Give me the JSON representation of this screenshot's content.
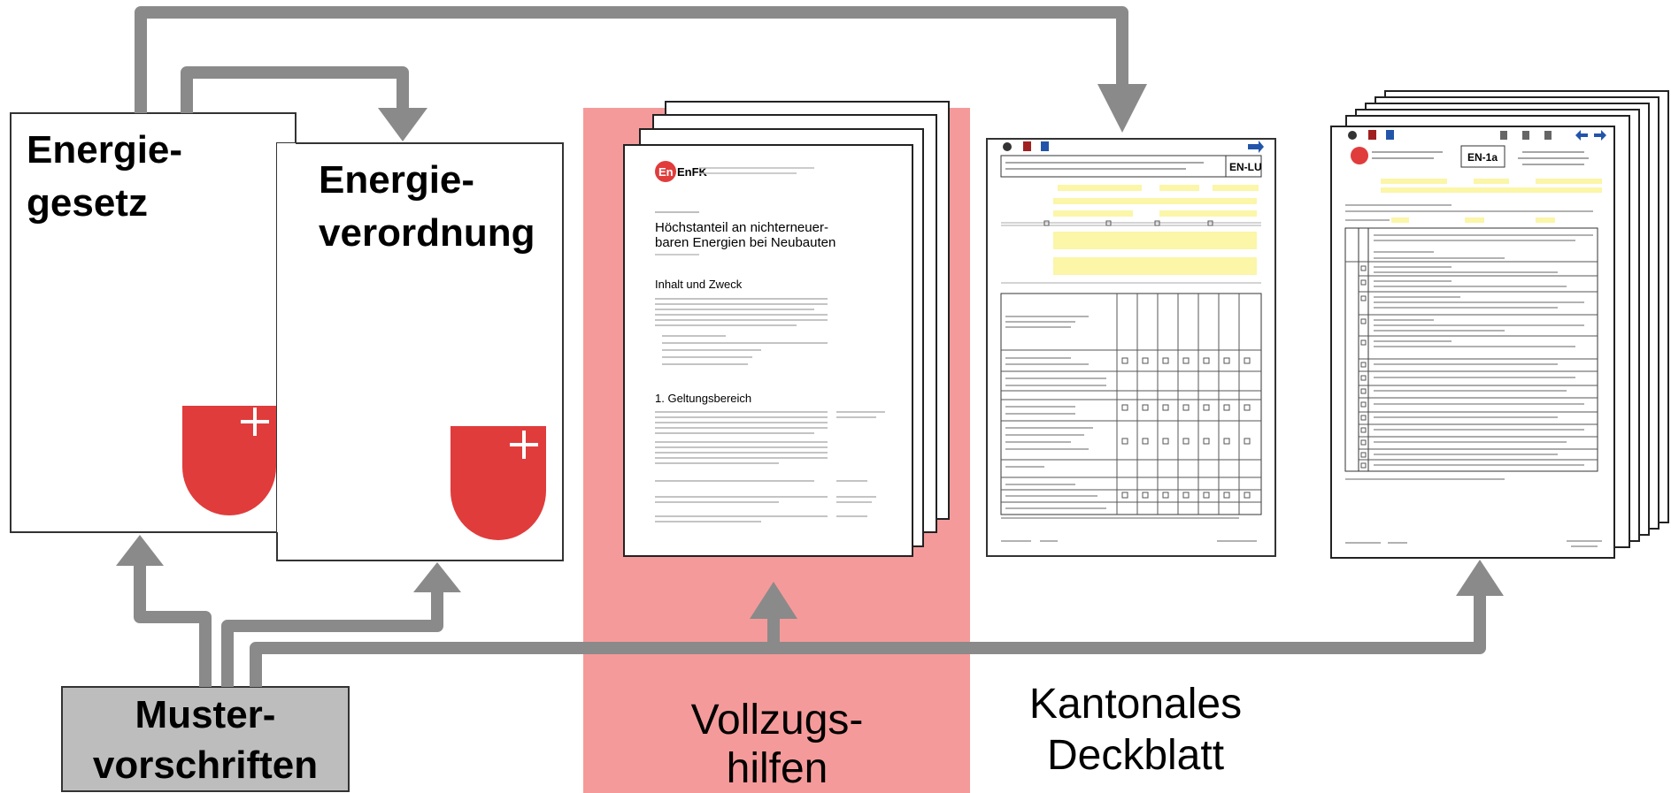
{
  "documents": {
    "energiegesetz": {
      "line1": "Energie-",
      "line2": "gesetz"
    },
    "energieverordnung": {
      "line1": "Energie-",
      "line2": "verordnung"
    },
    "mustervorschriften": {
      "line1": "Muster-",
      "line2": "vorschriften"
    },
    "vollzugshilfen": {
      "line1": "Vollzugs-",
      "line2": "hilfen",
      "zone_color": "#f59a9a",
      "thumbnail": {
        "logo": "EnFK",
        "title1": "Höchstanteil an nichterneuer-",
        "title2": "baren Energien bei Neubauten",
        "section1": "Inhalt und Zweck",
        "section2": "1.   Geltungsbereich"
      }
    },
    "kantonales_deckblatt": {
      "line1": "Kantonales",
      "line2": "Deckblatt",
      "form_id": "EN-LU"
    },
    "form_en1a": {
      "form_id": "EN-1a"
    }
  },
  "colors": {
    "arrow": "#8a8a8a",
    "shield_red": "#e03c3c",
    "muster_box": "#bdbdbd",
    "highlight_field": "#fbf6a8"
  },
  "icons": [
    "coat-of-arms-icon",
    "enfk-logo-icon",
    "document-stack-icon"
  ]
}
